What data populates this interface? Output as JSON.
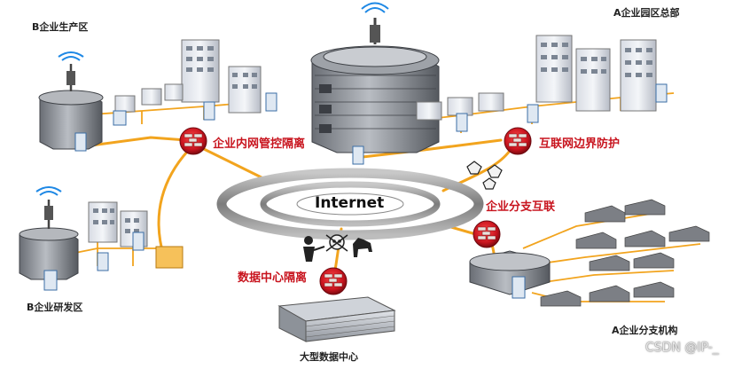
{
  "zones": {
    "b_production": "B企业生产区",
    "a_headquarters": "A企业园区总部",
    "b_rnd": "B企业研发区",
    "a_branch": "A企业分支机构",
    "datacenter": "大型数据中心"
  },
  "security": {
    "intranet_isolation": "企业内网管控隔离",
    "internet_border": "互联网边界防护",
    "branch_interconnect": "企业分支互联",
    "datacenter_isolation": "数据中心隔离"
  },
  "internet_label": "Internet",
  "watermark": "CSDN @IP-_",
  "colors": {
    "link": "#f2a41e",
    "firewall": "#c8141e",
    "label_red": "#c8141e",
    "ring": "#9a9a9a"
  }
}
